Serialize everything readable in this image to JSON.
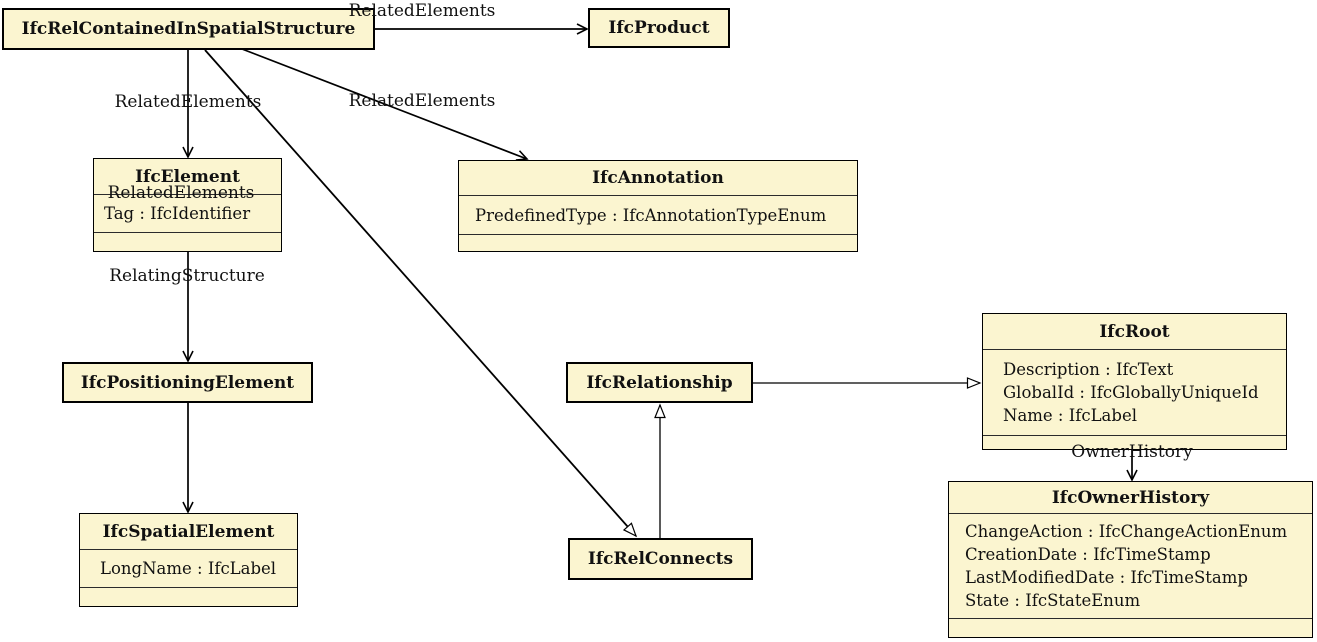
{
  "colors": {
    "class_fill": "#FBF5D0",
    "border": "#000000",
    "text": "#111111"
  },
  "classes": [
    {
      "name": "IfcRelContainedInSpatialStructure",
      "attributes": []
    },
    {
      "name": "IfcProduct",
      "attributes": []
    },
    {
      "name": "IfcElement",
      "attributes": [
        "Tag : IfcIdentifier"
      ]
    },
    {
      "name": "IfcAnnotation",
      "attributes": [
        "PredefinedType : IfcAnnotationTypeEnum"
      ]
    },
    {
      "name": "IfcPositioningElement",
      "attributes": []
    },
    {
      "name": "IfcSpatialElement",
      "attributes": [
        "LongName : IfcLabel"
      ]
    },
    {
      "name": "IfcRelationship",
      "attributes": []
    },
    {
      "name": "IfcRelConnects",
      "attributes": []
    },
    {
      "name": "IfcRoot",
      "attributes": [
        "Description : IfcText",
        "GlobalId : IfcGloballyUniqueId",
        "Name : IfcLabel"
      ]
    },
    {
      "name": "IfcOwnerHistory",
      "attributes": [
        "ChangeAction : IfcChangeActionEnum",
        "CreationDate : IfcTimeStamp",
        "LastModifiedDate : IfcTimeStamp",
        "State : IfcStateEnum"
      ]
    }
  ],
  "edge_labels": [
    {
      "text": "RelatedElements"
    },
    {
      "text": "RelatedElements"
    },
    {
      "text": "RelatedElements"
    },
    {
      "text": "RelatedElements"
    },
    {
      "text": "RelatingStructure"
    },
    {
      "text": "OwnerHistory"
    }
  ],
  "relationships": [
    {
      "from": "IfcRelContainedInSpatialStructure",
      "to": "IfcProduct",
      "label": "RelatedElements",
      "type": "association"
    },
    {
      "from": "IfcRelContainedInSpatialStructure",
      "to": "IfcElement",
      "label": "RelatedElements",
      "type": "association"
    },
    {
      "from": "IfcRelContainedInSpatialStructure",
      "to": "IfcAnnotation",
      "label": "RelatedElements",
      "type": "association"
    },
    {
      "from": "IfcRelContainedInSpatialStructure",
      "to": "IfcPositioningElement",
      "label": "RelatedElements",
      "type": "association"
    },
    {
      "from": "IfcRelContainedInSpatialStructure",
      "to": "IfcSpatialElement",
      "label": "RelatingStructure",
      "type": "association"
    },
    {
      "from": "IfcRelContainedInSpatialStructure",
      "to": "IfcRelConnects",
      "type": "generalization"
    },
    {
      "from": "IfcRelConnects",
      "to": "IfcRelationship",
      "type": "generalization"
    },
    {
      "from": "IfcRelationship",
      "to": "IfcRoot",
      "type": "generalization"
    },
    {
      "from": "IfcRoot",
      "to": "IfcOwnerHistory",
      "label": "OwnerHistory",
      "type": "association"
    }
  ]
}
